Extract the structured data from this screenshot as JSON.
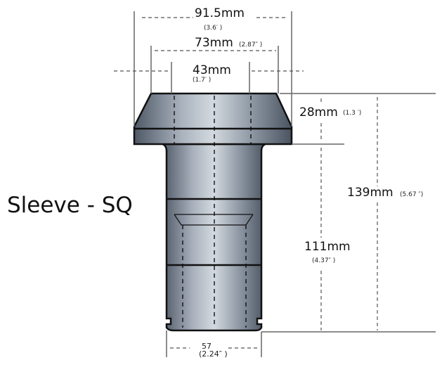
{
  "title": "Sleeve - SQ",
  "dimensions": {
    "outer_diameter": {
      "value": "91.5mm",
      "inch": "(3.6′ )"
    },
    "collar_top_diameter": {
      "value": "73mm",
      "inch": "(2.87″ )"
    },
    "bore_diameter": {
      "value": "43mm",
      "inch": "(1.7′ )"
    },
    "collar_height": {
      "value": "28mm",
      "inch": "(1.3  ′)"
    },
    "total_height": {
      "value": "139mm",
      "inch": "(5.67  ″)"
    },
    "body_height": {
      "value": "111mm",
      "inch": "(4.37″ )"
    },
    "body_diameter": {
      "value": "57",
      "inch": "(2.24″ )"
    }
  },
  "colors": {
    "metal_dark": "#4b5563",
    "metal_light": "#c9d0d8",
    "outline": "#111111"
  }
}
